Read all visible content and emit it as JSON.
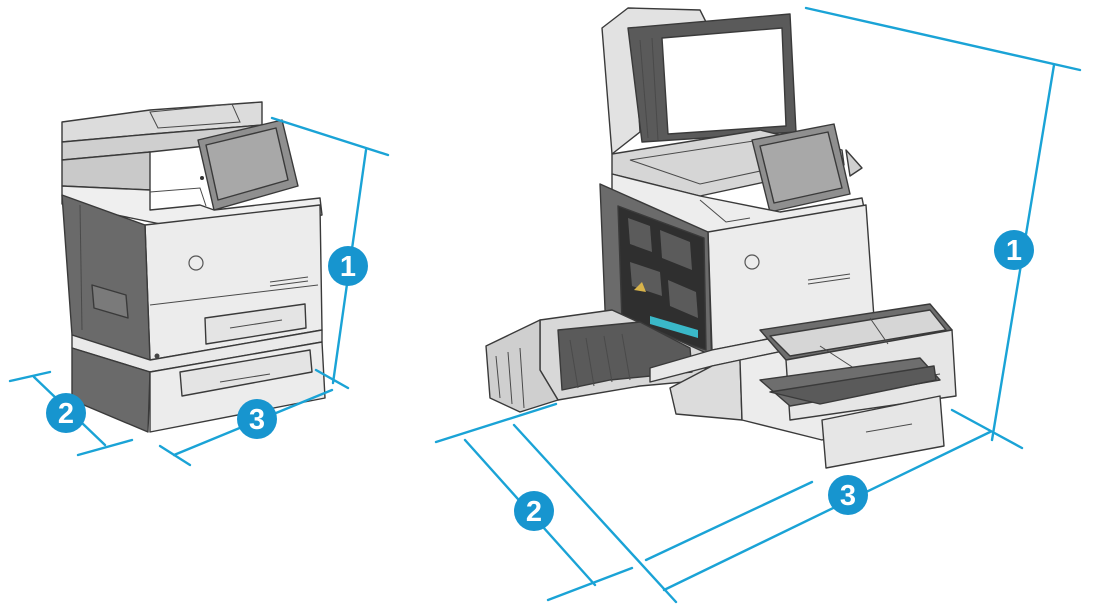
{
  "figure": {
    "left_printer": {
      "callouts": [
        {
          "label": "1",
          "color": "#1795cf"
        },
        {
          "label": "2",
          "color": "#1795cf"
        },
        {
          "label": "3",
          "color": "#1795cf"
        }
      ]
    },
    "right_printer": {
      "callouts": [
        {
          "label": "1",
          "color": "#1795cf"
        },
        {
          "label": "2",
          "color": "#1795cf"
        },
        {
          "label": "3",
          "color": "#1795cf"
        }
      ]
    },
    "colors": {
      "dimension_line": "#1aa3d6",
      "callout_fill": "#1795cf",
      "printer_body": "#e8e8e8",
      "printer_dark": "#5c5c5c",
      "screen": "#8a8a8a"
    }
  }
}
